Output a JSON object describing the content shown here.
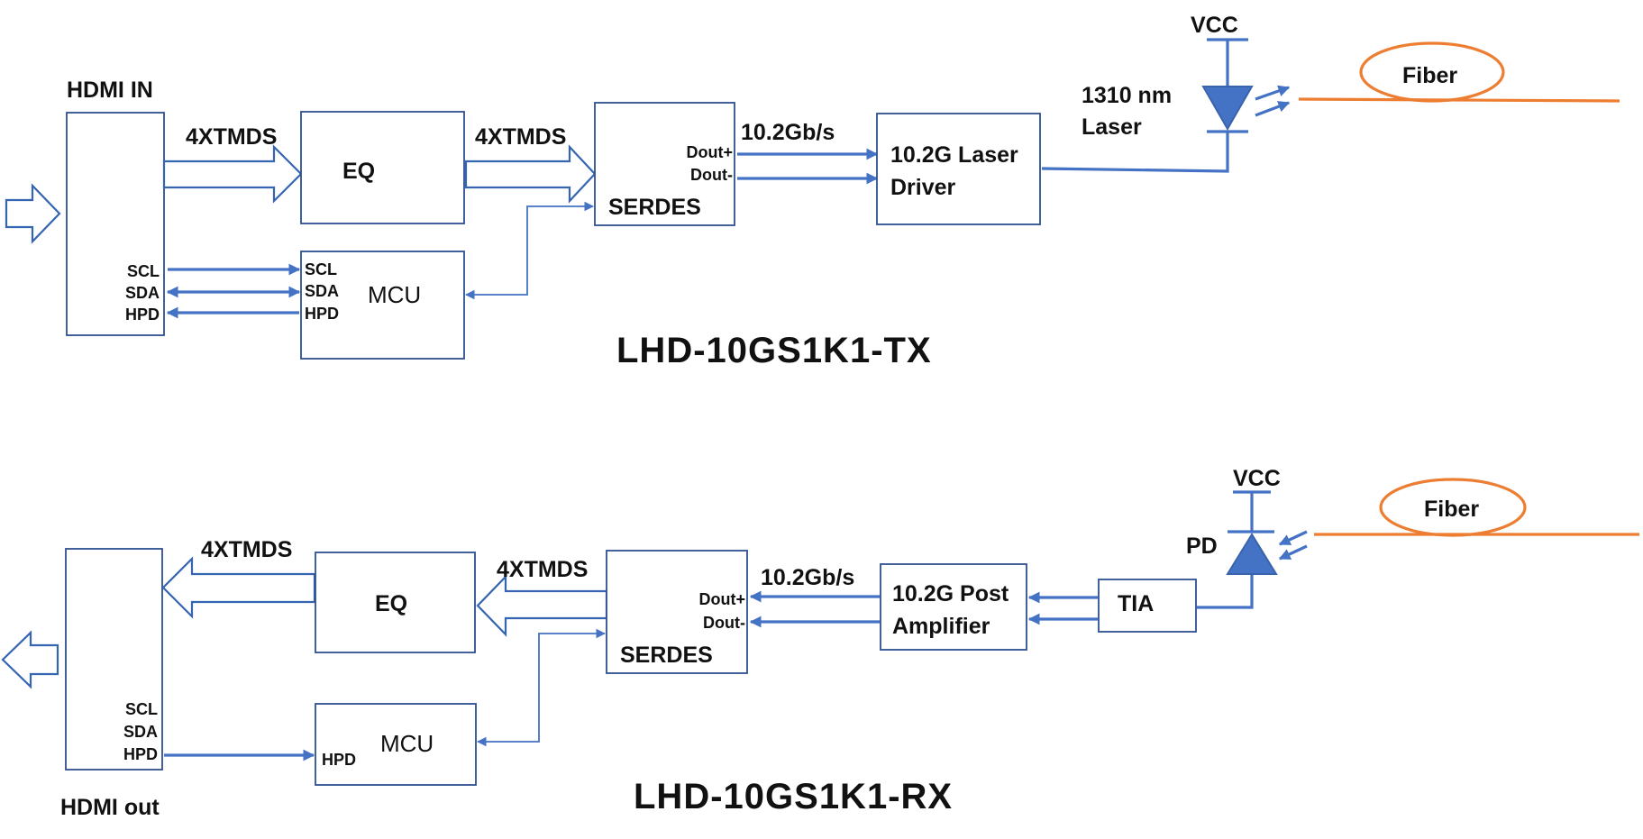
{
  "colors": {
    "line_blue": "#4472c4",
    "box_border": "#2e4f8f",
    "fiber_orange": "#ed7d31",
    "text": "#111111",
    "background": "#ffffff"
  },
  "tx": {
    "title": "LHD-10GS1K1-TX",
    "hdmi_label": "HDMI IN",
    "tmds_label_1": "4XTMDS",
    "tmds_label_2": "4XTMDS",
    "eq": "EQ",
    "mcu": "MCU",
    "serdes": "SERDES",
    "dout_plus": "Dout+",
    "dout_minus": "Dout-",
    "rate": "10.2Gb/s",
    "driver_line1": "10.2G Laser",
    "driver_line2": "Driver",
    "laser_line1": "1310 nm",
    "laser_line2": "Laser",
    "vcc": "VCC",
    "fiber": "Fiber",
    "hdmi_pins": [
      "SCL",
      "SDA",
      "HPD"
    ],
    "mcu_pins": [
      "SCL",
      "SDA",
      "HPD"
    ]
  },
  "rx": {
    "title": "LHD-10GS1K1-RX",
    "hdmi_label": "HDMI out",
    "tmds_label_1": "4XTMDS",
    "tmds_label_2": "4XTMDS",
    "eq": "EQ",
    "mcu": "MCU",
    "serdes": "SERDES",
    "dout_plus": "Dout+",
    "dout_minus": "Dout-",
    "rate": "10.2Gb/s",
    "amp_line1": "10.2G Post",
    "amp_line2": "Amplifier",
    "tia": "TIA",
    "pd": "PD",
    "vcc": "VCC",
    "fiber": "Fiber",
    "hdmi_pins": [
      "SCL",
      "SDA",
      "HPD"
    ],
    "mcu_pin": "HPD"
  }
}
